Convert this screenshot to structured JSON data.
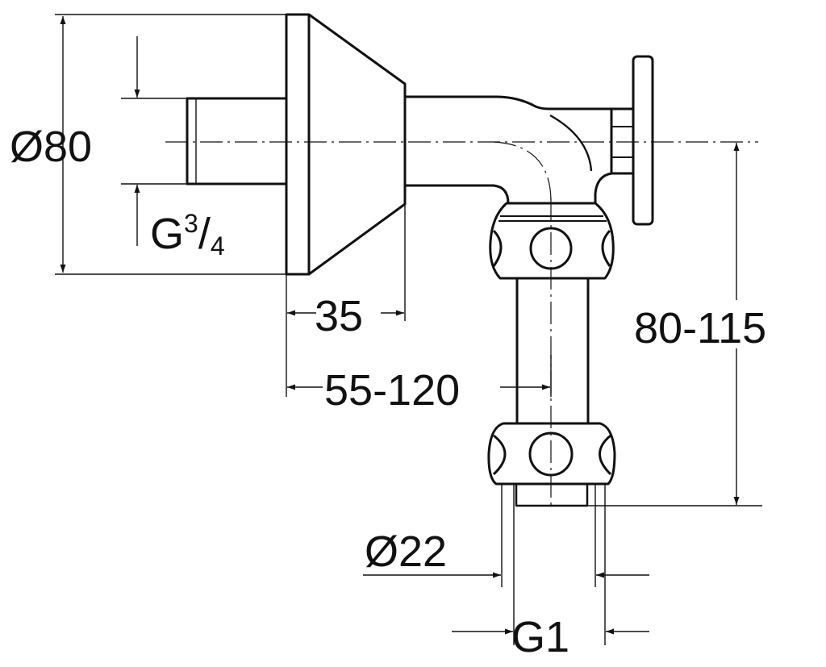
{
  "title": "Wall-mounted valve dimension drawing",
  "dimensions": {
    "flange_diameter": "Ø80",
    "inlet_thread": "G",
    "inlet_thread_num": "3",
    "inlet_thread_den": "4",
    "flange_depth": "35",
    "projection": "55-120",
    "height": "80-115",
    "tube_diameter": "Ø22",
    "outlet_thread": "G1"
  }
}
